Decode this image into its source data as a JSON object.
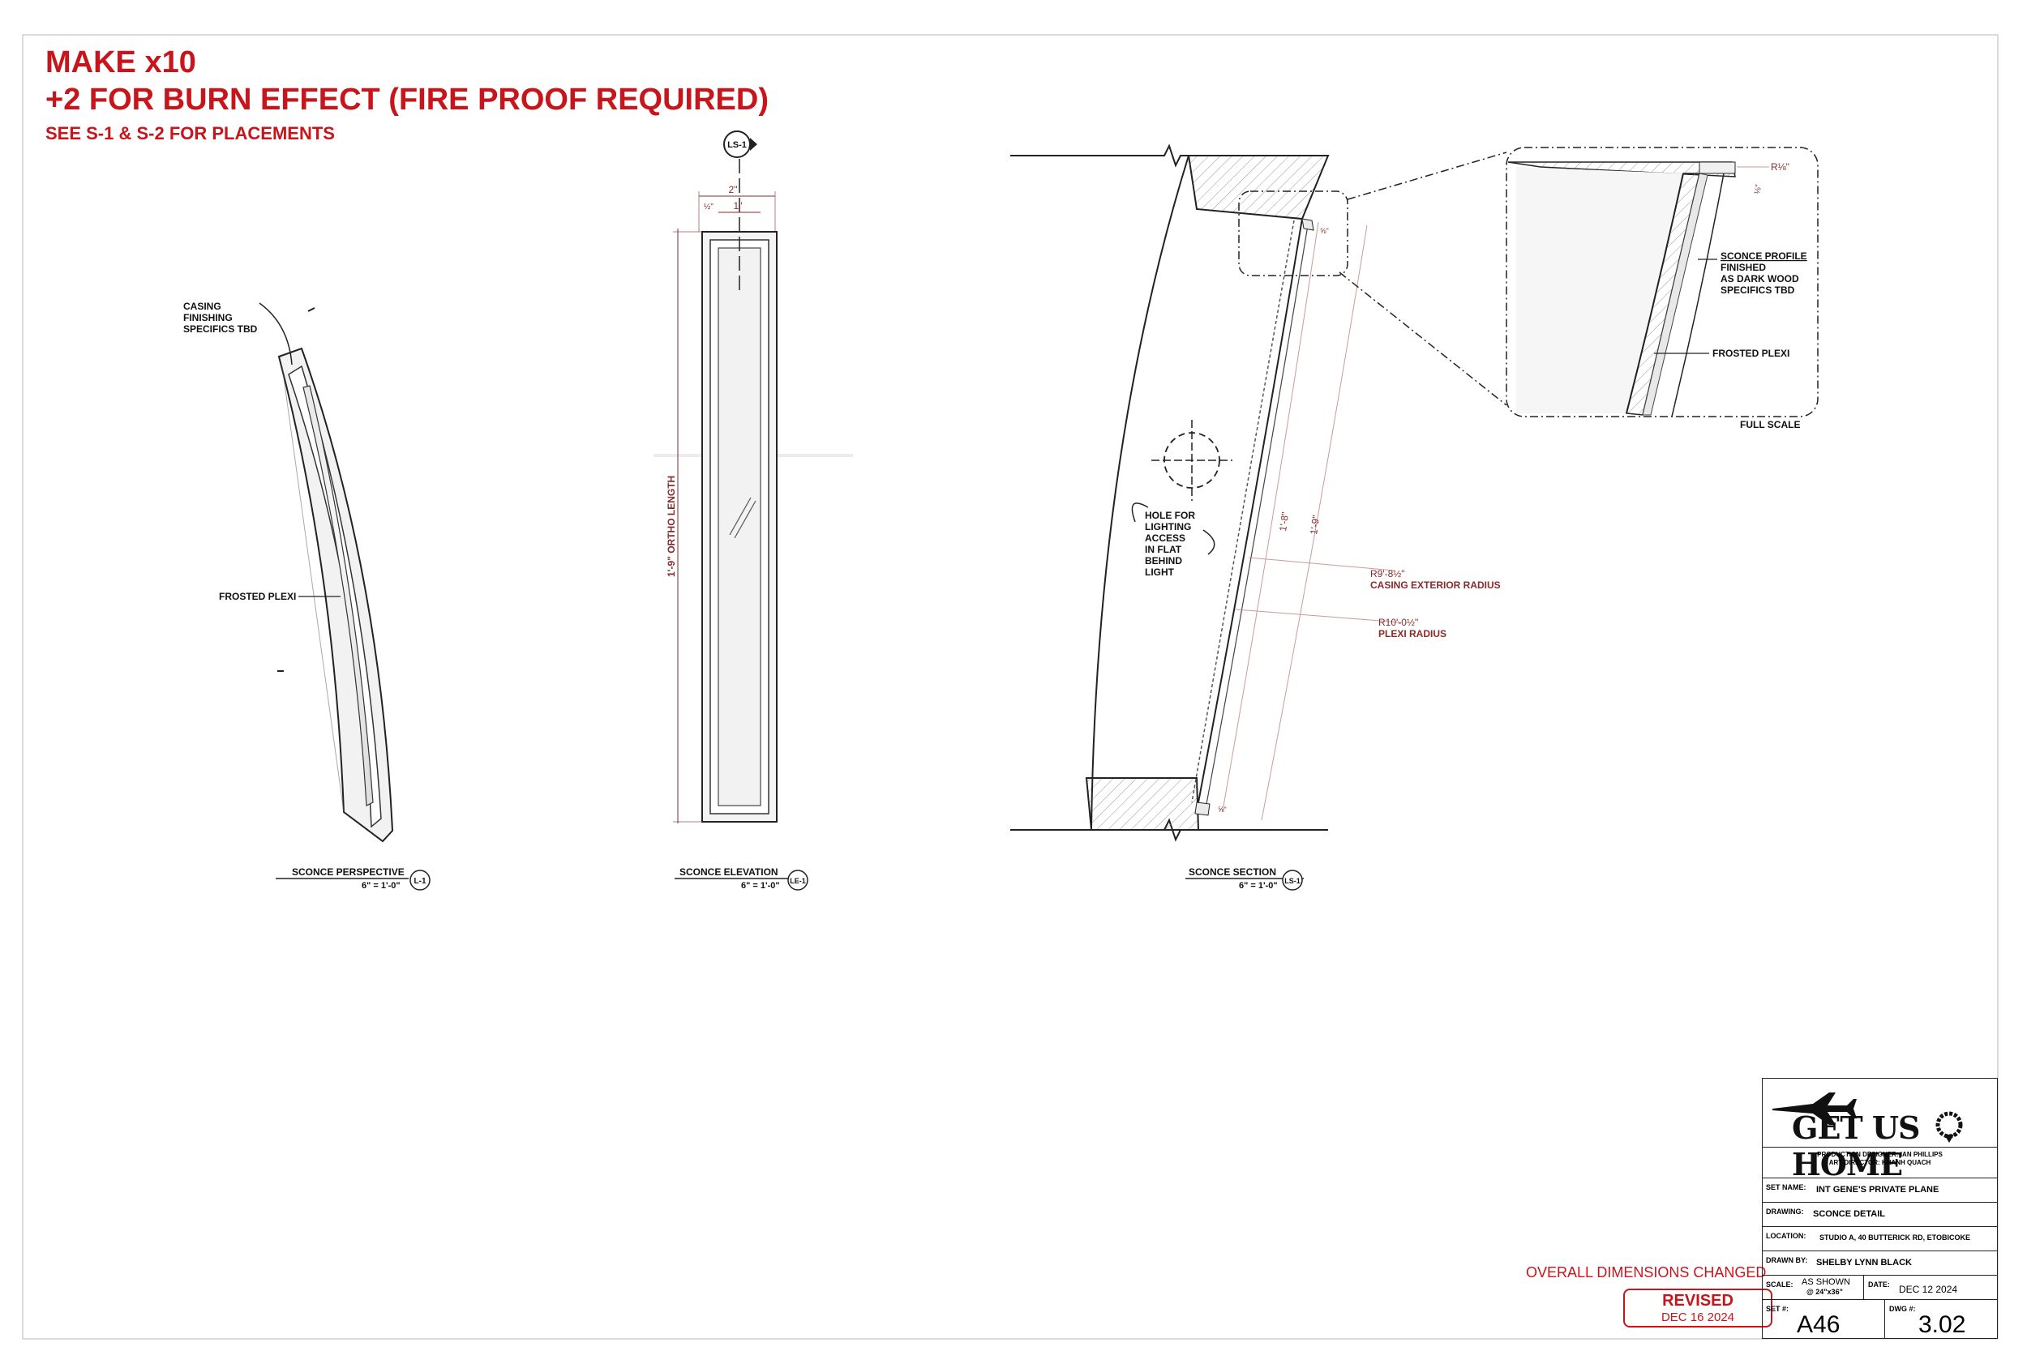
{
  "notes": {
    "make": "MAKE x10",
    "burn": "+2 FOR BURN EFFECT (FIRE PROOF REQUIRED)",
    "see": "SEE S-1 & S-2 FOR PLACEMENTS"
  },
  "perspective": {
    "casing_note": [
      "CASING",
      "FINISHING",
      "SPECIFICS TBD"
    ],
    "plexi_label": "FROSTED PLEXI",
    "title": "SCONCE PERSPECTIVE",
    "scale": "6\" = 1'-0\"",
    "tag": "L-1"
  },
  "elevation": {
    "top_tag": "LS-1",
    "dim_top": "2\"",
    "dim_mid": "1\"",
    "dim_small": "½\"",
    "length_label": "1'-9\" ORTHO LENGTH",
    "title": "SCONCE ELEVATION",
    "scale": "6\" = 1'-0\"",
    "tag": "LE-1"
  },
  "section": {
    "hole_note": [
      "HOLE FOR",
      "LIGHTING",
      "ACCESS",
      "IN FLAT",
      "BEHIND",
      "LIGHT"
    ],
    "dim_inner": "1'-8\"",
    "dim_outer": "1'-9\"",
    "casing_radius_value": "R9'-8½\"",
    "casing_radius_label": "CASING EXTERIOR RADIUS",
    "plexi_radius_value": "R10'-0½\"",
    "plexi_radius_label": "PLEXI RADIUS",
    "dim_top_small": "⅝\"",
    "dim_bottom_small": "⅝\"",
    "title": "SCONCE SECTION",
    "scale": "6\" = 1'-0\"",
    "tag": "LS-1"
  },
  "detail": {
    "profile_note": [
      "SCONCE PROFILE",
      "FINISHED",
      "AS DARK WOOD",
      "SPECIFICS TBD"
    ],
    "plexi_label": "FROSTED PLEXI",
    "radius": "R⅛\"",
    "dim": "⅛\"",
    "scale": "FULL SCALE"
  },
  "revision": {
    "note": "OVERALL DIMENSIONS CHANGED",
    "stamp": "REVISED",
    "date": "DEC 16 2024"
  },
  "title_block": {
    "logo": "GET US HOME",
    "credits": [
      "PRODUCTION DESIGNER: IAN PHILLIPS",
      "ART DIRECTOR:  KHANH QUACH"
    ],
    "set_name_key": "SET NAME:",
    "set_name": "INT GENE'S PRIVATE PLANE",
    "drawing_key": "DRAWING:",
    "drawing": "SCONCE DETAIL",
    "location_key": "LOCATION:",
    "location": "STUDIO A, 40 BUTTERICK RD, ETOBICOKE",
    "drawn_by_key": "DRAWN BY:",
    "drawn_by": "SHELBY LYNN BLACK",
    "scale_key": "SCALE:",
    "scale": "AS SHOWN",
    "scale_sub": "@ 24\"x36\"",
    "date_key": "DATE:",
    "date": "DEC 12 2024",
    "set_key": "SET #:",
    "set": "A46",
    "dwg_key": "DWG #:",
    "dwg": "3.02"
  },
  "colors": {
    "red": "#c8151b",
    "dim": "#8a2a2a",
    "line": "#222222"
  }
}
